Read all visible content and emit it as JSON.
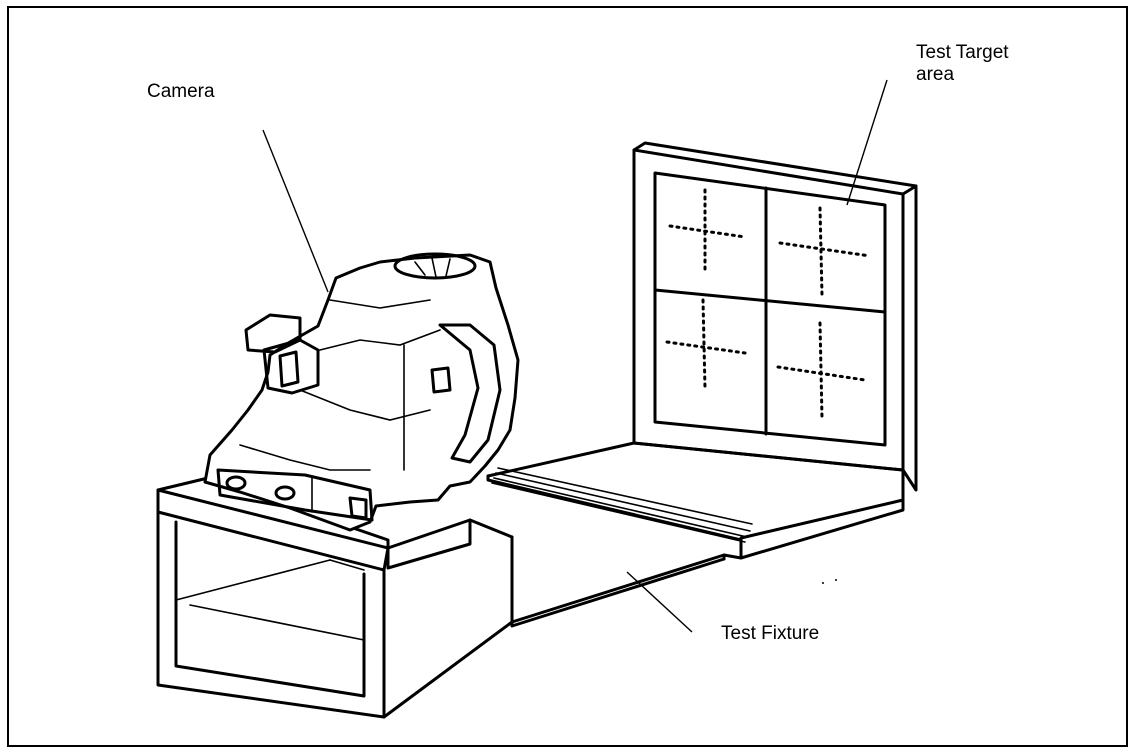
{
  "labels": {
    "camera": "Camera",
    "test_target_line1": "Test Target",
    "test_target_line2": "area",
    "test_fixture": "Test Fixture"
  },
  "colors": {
    "ink": "#000000",
    "background": "#ffffff"
  }
}
